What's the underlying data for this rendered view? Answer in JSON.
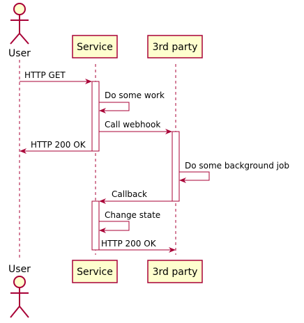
{
  "participants": {
    "user": {
      "label": "User",
      "kind": "actor"
    },
    "service": {
      "label": "Service",
      "kind": "box"
    },
    "third": {
      "label": "3rd party",
      "kind": "box"
    }
  },
  "messages": [
    {
      "label": "HTTP GET",
      "from": "user",
      "to": "service"
    },
    {
      "label": "Do some work",
      "from": "service",
      "to": "service"
    },
    {
      "label": "Call webhook",
      "from": "service",
      "to": "third"
    },
    {
      "label": "HTTP 200 OK",
      "from": "service",
      "to": "user"
    },
    {
      "label": "Do some background job",
      "from": "third",
      "to": "third"
    },
    {
      "label": "Callback",
      "from": "third",
      "to": "service"
    },
    {
      "label": "Change state",
      "from": "service",
      "to": "service"
    },
    {
      "label": "HTTP 200 OK",
      "from": "service",
      "to": "third"
    }
  ],
  "colors": {
    "arrow": "#A80036",
    "box_fill": "#FEFECE",
    "box_border": "#A80036",
    "lifeline": "#A80036",
    "text": "#000000"
  }
}
